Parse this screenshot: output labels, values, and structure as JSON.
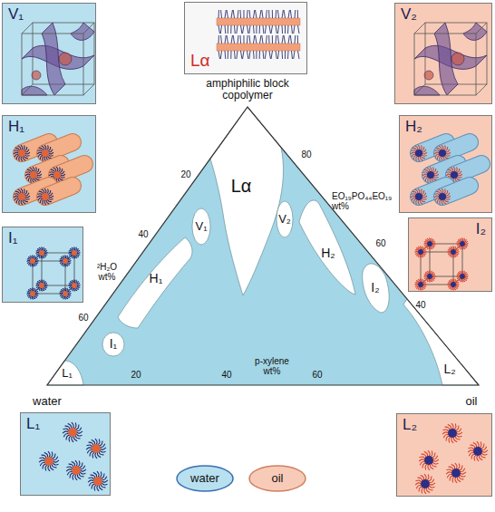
{
  "diagram": {
    "nodes": [
      {
        "text": [
          "V₁"
        ]
      },
      {
        "text": [
          "Lα"
        ]
      },
      {
        "text": [
          "V₂"
        ]
      },
      {
        "text": [
          "H₁"
        ]
      },
      {
        "text": [
          "H₂"
        ]
      },
      {
        "text": [
          "I₁"
        ]
      },
      {
        "text": [
          "I₂"
        ]
      },
      {
        "text": [
          "L₁"
        ]
      },
      {
        "text": [
          "L₂"
        ]
      }
    ],
    "labels": [
      "amphiphilic block copolymer",
      "20",
      "80",
      "EO₁₉PO₄₄EO₁₉ wt%",
      "Lα",
      "40",
      "V₁",
      "V₂",
      "H₁",
      "60",
      "H₂",
      "²H₂O wt%",
      "I₂",
      "I₁",
      "60",
      "40",
      "L₂",
      "L₁",
      "20",
      "40",
      "p-xylene wt%",
      "60",
      "water",
      "oil"
    ],
    "legend": [
      {
        "text": "water",
        "color": "#b8e0ef"
      },
      {
        "text": "oil",
        "color": "#f8cbb8"
      }
    ]
  }
}
